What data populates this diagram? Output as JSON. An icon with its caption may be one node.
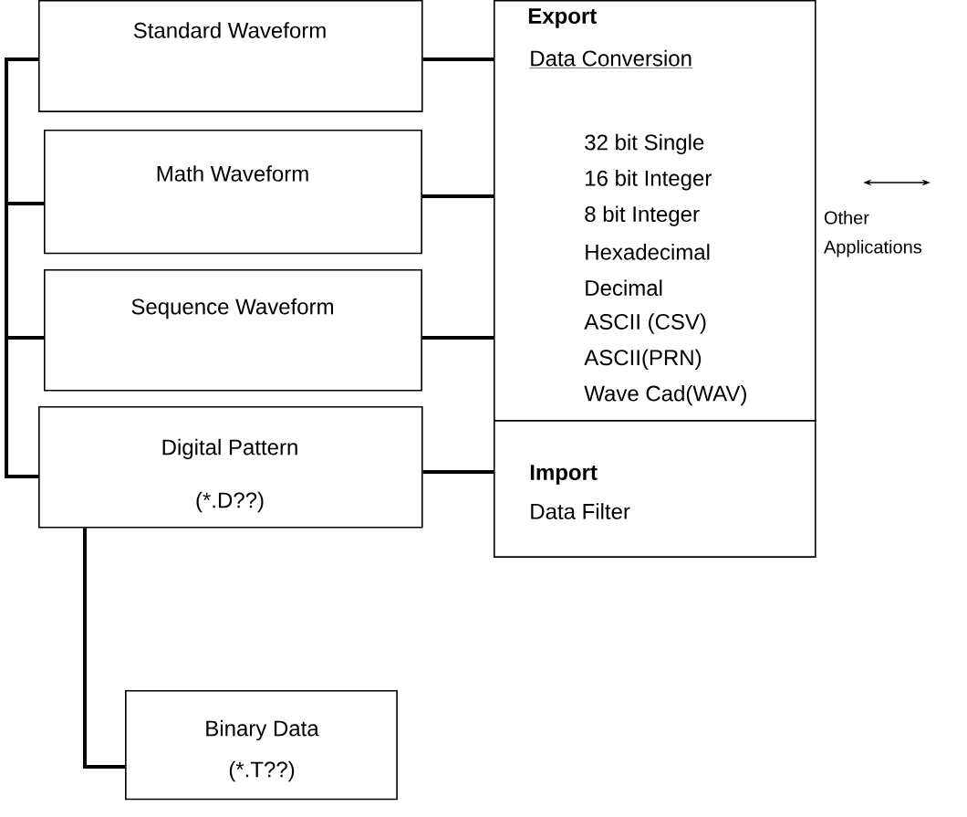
{
  "diagram": {
    "nodes": [
      {
        "text": [
          "Standard Waveform"
        ]
      },
      {
        "text": [
          "Math Waveform"
        ]
      },
      {
        "text": [
          "Sequence Waveform"
        ]
      },
      {
        "text": [
          "Digital Pattern",
          "(*.D??)"
        ]
      },
      {
        "text": [
          "Export",
          "Data Conversion",
          "32 bit Single",
          "16 bit Integer",
          "8 bit Integer",
          "Hexadecimal",
          "Decimal",
          "ASCII (CSV)",
          "ASCII(PRN)",
          "Wave Cad(WAV)"
        ]
      },
      {
        "text": [
          "Import",
          "Data Filter"
        ]
      },
      {
        "text": [
          "Binary Data",
          "(*.T??)"
        ]
      },
      {
        "text": [
          "Other Applications"
        ]
      }
    ],
    "edges": [
      {
        "from": 0,
        "to": 4,
        "arrow": "none"
      },
      {
        "from": 1,
        "to": 4,
        "arrow": "none"
      },
      {
        "from": 2,
        "to": 4,
        "arrow": "none"
      },
      {
        "from": 3,
        "to": 5,
        "arrow": "none"
      },
      {
        "from": 0,
        "to": 1,
        "arrow": "none"
      },
      {
        "from": 1,
        "to": 2,
        "arrow": "none"
      },
      {
        "from": 2,
        "to": 3,
        "arrow": "none"
      },
      {
        "from": 3,
        "to": 6,
        "arrow": "none"
      },
      {
        "from": null,
        "to": 7,
        "arrow": "both"
      }
    ]
  }
}
